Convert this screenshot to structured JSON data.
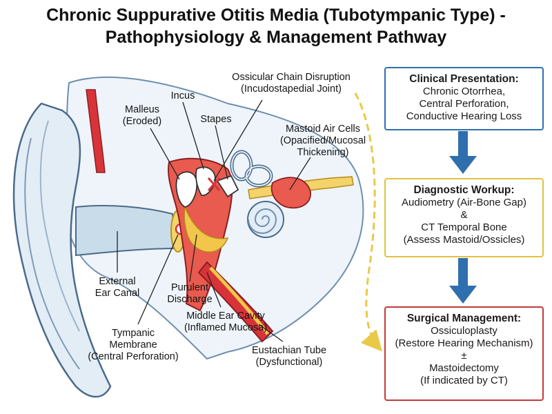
{
  "title": {
    "line1": "Chronic Suppurative Otitis Media (Tubotympanic Type) -",
    "line2": "Pathophysiology & Management Pathway"
  },
  "labels": {
    "ossicular": {
      "line1": "Ossicular Chain Disruption",
      "line2": "(Incudostapedial Joint)"
    },
    "incus": "Incus",
    "malleus": {
      "line1": "Malleus",
      "line2": "(Eroded)"
    },
    "stapes": "Stapes",
    "mastoid": {
      "line1": "Mastoid Air Cells",
      "line2": "(Opacified/Mucosal",
      "line3": "Thickening)"
    },
    "external_canal": {
      "line1": "External",
      "line2": "Ear Canal"
    },
    "purulent": {
      "line1": "Purulent",
      "line2": "Discharge"
    },
    "middle_ear": {
      "line1": "Middle Ear Cavity",
      "line2": "(Inflamed Mucosa)"
    },
    "tympanic": {
      "line1": "Tympanic",
      "line2": "Membrane",
      "line3": "(Central Perforation)"
    },
    "eustachian": {
      "line1": "Eustachian Tube",
      "line2": "(Dysfunctional)"
    }
  },
  "flow": {
    "clinical": {
      "heading": "Clinical Presentation:",
      "lines": [
        "Chronic Otorrhea,",
        "Central Perforation,",
        "Conductive Hearing Loss"
      ]
    },
    "diagnostic": {
      "heading": "Diagnostic Workup:",
      "lines": [
        "Audiometry (Air-Bone Gap)",
        "&",
        "CT Temporal Bone",
        "(Assess Mastoid/Ossicles)"
      ]
    },
    "surgical": {
      "heading": "Surgical Management:",
      "lines": [
        "Ossiculoplasty",
        "(Restore Hearing Mechanism)",
        "±",
        "Mastoidectomy",
        "(If indicated by CT)"
      ]
    }
  },
  "colors": {
    "clinical_border": "#2f6fae",
    "diagnostic_border": "#e2c13f",
    "surgical_border": "#c0393b",
    "arrow_blue": "#2f6fae",
    "dashed_arrow": "#e8c948",
    "inflamed_red": "#d9333a",
    "bone_blue": "#c9dcea"
  }
}
